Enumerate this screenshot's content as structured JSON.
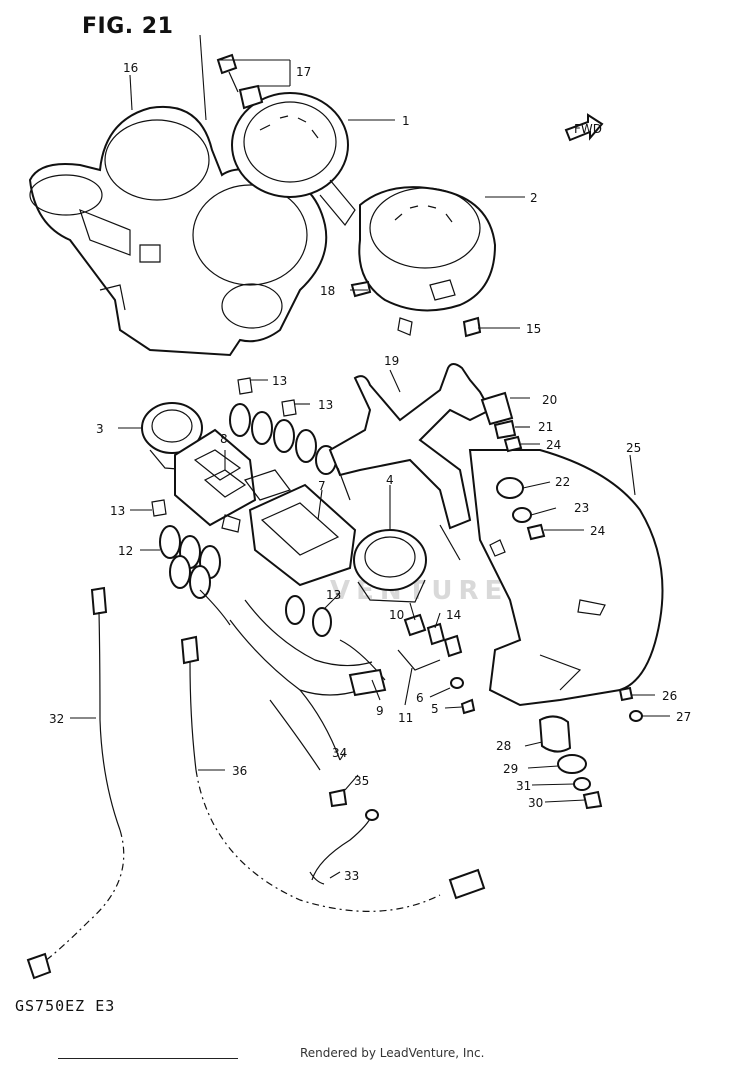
{
  "figure": {
    "title": "FIG. 21",
    "model_code": "GS750EZ E3",
    "footer": "Rendered by LeadVenture, Inc.",
    "watermark": "VENTURE",
    "direction_arrow_label": "FWD"
  },
  "callouts": [
    {
      "id": "c1",
      "label": "1"
    },
    {
      "id": "c2",
      "label": "2"
    },
    {
      "id": "c3",
      "label": "3"
    },
    {
      "id": "c4",
      "label": "4"
    },
    {
      "id": "c5",
      "label": "5"
    },
    {
      "id": "c6",
      "label": "6"
    },
    {
      "id": "c7",
      "label": "7"
    },
    {
      "id": "c8",
      "label": "8"
    },
    {
      "id": "c9",
      "label": "9"
    },
    {
      "id": "c10",
      "label": "10"
    },
    {
      "id": "c11",
      "label": "11"
    },
    {
      "id": "c12",
      "label": "12"
    },
    {
      "id": "c13a",
      "label": "13"
    },
    {
      "id": "c13b",
      "label": "13"
    },
    {
      "id": "c13c",
      "label": "13"
    },
    {
      "id": "c13d",
      "label": "13"
    },
    {
      "id": "c14",
      "label": "14"
    },
    {
      "id": "c15",
      "label": "15"
    },
    {
      "id": "c16",
      "label": "16"
    },
    {
      "id": "c17",
      "label": "17"
    },
    {
      "id": "c18",
      "label": "18"
    },
    {
      "id": "c19",
      "label": "19"
    },
    {
      "id": "c20",
      "label": "20"
    },
    {
      "id": "c21",
      "label": "21"
    },
    {
      "id": "c22",
      "label": "22"
    },
    {
      "id": "c23",
      "label": "23"
    },
    {
      "id": "c24a",
      "label": "24"
    },
    {
      "id": "c24b",
      "label": "24"
    },
    {
      "id": "c25",
      "label": "25"
    },
    {
      "id": "c26",
      "label": "26"
    },
    {
      "id": "c27",
      "label": "27"
    },
    {
      "id": "c28",
      "label": "28"
    },
    {
      "id": "c29",
      "label": "29"
    },
    {
      "id": "c30",
      "label": "30"
    },
    {
      "id": "c31",
      "label": "31"
    },
    {
      "id": "c32",
      "label": "32"
    },
    {
      "id": "c33",
      "label": "33"
    },
    {
      "id": "c34",
      "label": "34"
    },
    {
      "id": "c35",
      "label": "35"
    },
    {
      "id": "c36",
      "label": "36"
    }
  ]
}
